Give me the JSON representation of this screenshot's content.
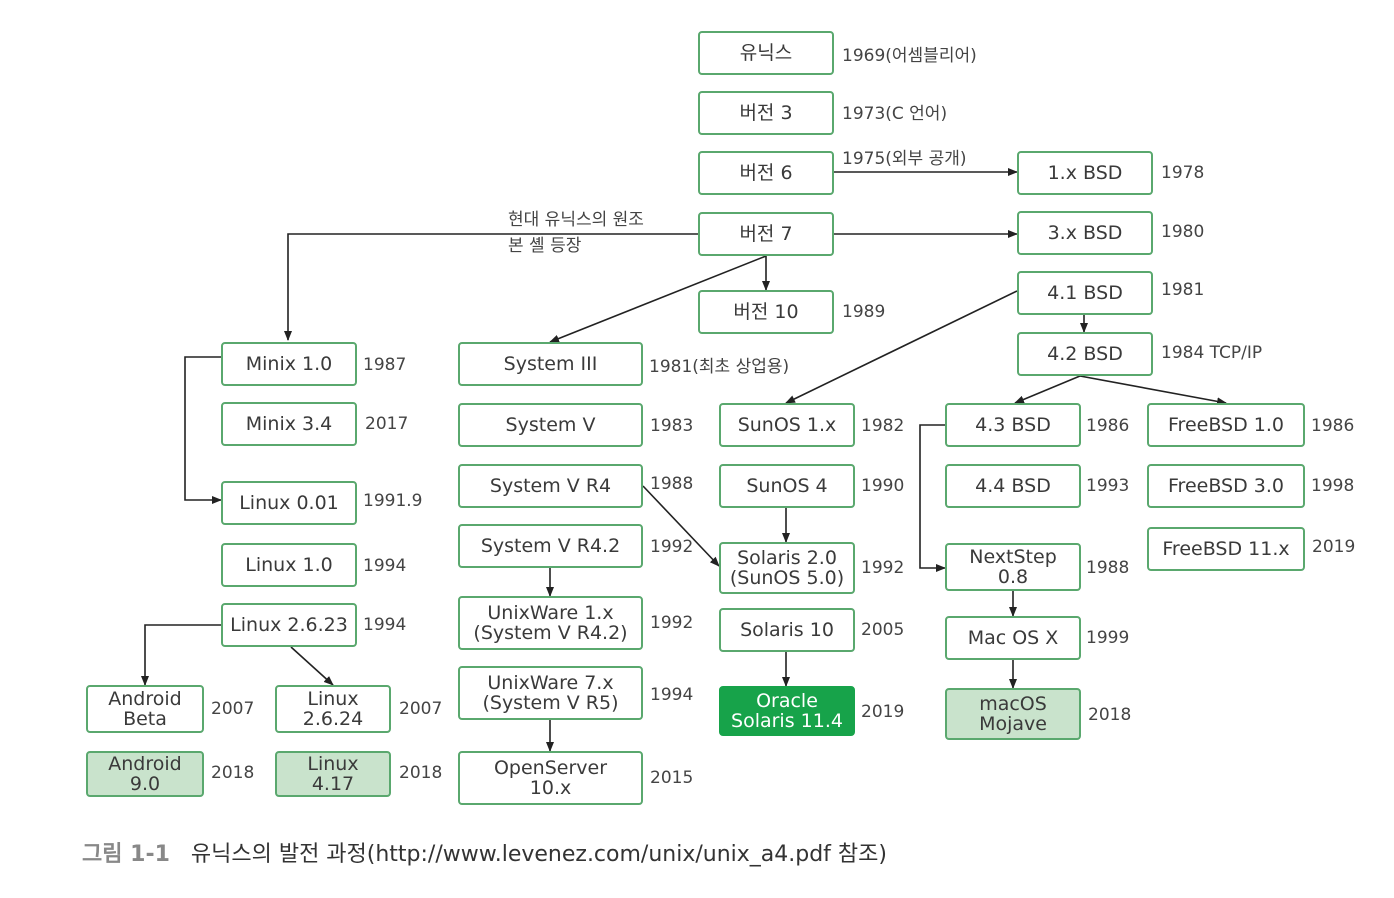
{
  "nodes": {
    "unix": {
      "label": "유닉스"
    },
    "v3": {
      "label": "버전 3"
    },
    "v6": {
      "label": "버전 6"
    },
    "v7": {
      "label": "버전 7"
    },
    "v10": {
      "label": "버전 10"
    },
    "bsd1x": {
      "label": "1.x BSD"
    },
    "bsd3x": {
      "label": "3.x BSD"
    },
    "bsd41": {
      "label": "4.1 BSD"
    },
    "bsd42": {
      "label": "4.2 BSD"
    },
    "bsd43": {
      "label": "4.3 BSD"
    },
    "bsd44": {
      "label": "4.4 BSD"
    },
    "freebsd1": {
      "label": "FreeBSD 1.0"
    },
    "freebsd3": {
      "label": "FreeBSD 3.0"
    },
    "freebsd11": {
      "label": "FreeBSD 11.x"
    },
    "nextstep": {
      "label": "NextStep\n0.8"
    },
    "macosx": {
      "label": "Mac OS X"
    },
    "mojave": {
      "label": "macOS\nMojave"
    },
    "sunos1": {
      "label": "SunOS 1.x"
    },
    "sunos4": {
      "label": "SunOS 4"
    },
    "solaris2": {
      "label": "Solaris 2.0\n(SunOS 5.0)"
    },
    "solaris10": {
      "label": "Solaris 10"
    },
    "oracle": {
      "label": "Oracle\nSolaris 11.4"
    },
    "sys3": {
      "label": "System III"
    },
    "sys5": {
      "label": "System V"
    },
    "sys5r4": {
      "label": "System V R4"
    },
    "sys5r42": {
      "label": "System V R4.2"
    },
    "unixware1": {
      "label": "UnixWare 1.x\n(System V R4.2)"
    },
    "unixware7": {
      "label": "UnixWare 7.x\n(System V R5)"
    },
    "openserver": {
      "label": "OpenServer\n10.x"
    },
    "minix1": {
      "label": "Minix 1.0"
    },
    "minix34": {
      "label": "Minix 3.4"
    },
    "linux001": {
      "label": "Linux 0.01"
    },
    "linux10": {
      "label": "Linux 1.0"
    },
    "linux2623": {
      "label": "Linux 2.6.23"
    },
    "androidbeta": {
      "label": "Android\nBeta"
    },
    "linux2624": {
      "label": "Linux\n2.6.24"
    },
    "android9": {
      "label": "Android\n9.0"
    },
    "linux417": {
      "label": "Linux\n4.17"
    }
  },
  "years": {
    "unix": "1969(어셈블리어)",
    "v3": "1973(C 언어)",
    "v6_edge": "1975(외부 공개)",
    "bsd1x": "1978",
    "bsd3x": "1980",
    "bsd41": "1981",
    "v10": "1989",
    "bsd42": "1984 TCP/IP",
    "minix1": "1987",
    "sys3": "1981(최초 상업용)",
    "minix34": "2017",
    "sys5": "1983",
    "sunos1": "1982",
    "bsd43": "1986",
    "freebsd1": "1986",
    "linux001": "1991.9",
    "sys5r4": "1988",
    "sunos4": "1990",
    "bsd44": "1993",
    "freebsd3": "1998",
    "linux10": "1994",
    "sys5r42": "1992",
    "solaris2": "1992",
    "nextstep": "1988",
    "freebsd11": "2019",
    "linux2623": "1994",
    "unixware1": "1992",
    "solaris10": "2005",
    "macosx": "1999",
    "androidbeta": "2007",
    "linux2624": "2007",
    "unixware7": "1994",
    "oracle": "2019",
    "mojave": "2018",
    "android9": "2018",
    "linux417": "2018",
    "openserver": "2015"
  },
  "notes": {
    "v7_line1": "현대 유닉스의 원조",
    "v7_line2": "본 셸 등장"
  },
  "caption": {
    "number": "그림 1-1",
    "text": "유닉스의 발전 과정(http://www.levenez.com/unix/unix_a4.pdf 참조)"
  },
  "colors": {
    "border": "#5aa86e",
    "light_fill": "#c9e3cc",
    "dark_fill": "#17a34a",
    "arrow": "#222222"
  }
}
